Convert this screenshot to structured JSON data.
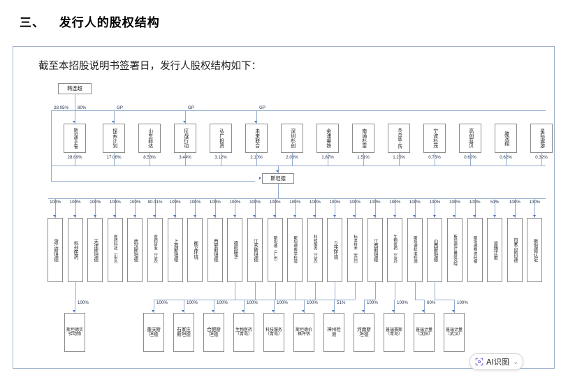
{
  "page": {
    "heading": "三、   发行人的股权结构",
    "subtitle": "截至本招股说明书签署日，发行人股权结构如下："
  },
  "colors": {
    "frame_border": "#9fb2cc",
    "line": "#93accd",
    "arrow": "#4472c4",
    "node_border": "#8c8c8c",
    "accent_ai": "#7c5cd6"
  },
  "widget": {
    "label": "AI识图",
    "icon": "scan-icon",
    "chevron": "⌄"
  },
  "chart_data": {
    "type": "diagram",
    "title": "发行人股权结构图",
    "root": {
      "label": "韩连超",
      "to_center_pct": "28.05%",
      "to_first_pct": "80%"
    },
    "center": {
      "label": "斯坦德"
    },
    "shareholders": [
      {
        "label": "斯坦德企管",
        "top": "80%",
        "bottom": "28.69%"
      },
      {
        "label": "探索计划",
        "top": "GP",
        "bottom": "17.06%"
      },
      {
        "label": "山东毅达",
        "top": "",
        "bottom": "8.53%"
      },
      {
        "label": "征战行动",
        "top": "GP",
        "bottom": "3.44%"
      },
      {
        "label": "弘广投资",
        "top": "",
        "bottom": "3.12%"
      },
      {
        "label": "未来联合",
        "top": "GP",
        "bottom": "2.10%"
      },
      {
        "label": "深圳杉创",
        "top": "",
        "bottom": "2.06%"
      },
      {
        "label": "金浦睿铁",
        "top": "",
        "bottom": "1.87%"
      },
      {
        "label": "南通杉富",
        "top": "",
        "bottom": "1.51%"
      },
      {
        "label": "苏州医工所",
        "top": "",
        "bottom": "1.25%"
      },
      {
        "label": "宁波杉茂",
        "top": "",
        "bottom": "0.76%"
      },
      {
        "label": "高创蓝贝",
        "top": "",
        "bottom": "0.62%"
      },
      {
        "label": "滕润翔",
        "top": "",
        "bottom": "0.62%"
      },
      {
        "label": "星际遨游",
        "top": "",
        "bottom": "0.32%"
      }
    ],
    "subsidiaries": [
      {
        "label": "浙江斯坦德",
        "pct": "100%"
      },
      {
        "label": "科创医药",
        "pct": "100%"
      },
      {
        "label": "天津斯坦德",
        "pct": "100%"
      },
      {
        "label": "医药科技（山东）",
        "pct": "100%"
      },
      {
        "label": "武汉斯坦德",
        "pct": "100%"
      },
      {
        "label": "医药研发（江苏）",
        "pct": "90.01%"
      },
      {
        "label": "上海斯坦德",
        "pct": "100%"
      },
      {
        "label": "衡立环境",
        "pct": "100%"
      },
      {
        "label": "西安斯坦德",
        "pct": "100%"
      },
      {
        "label": "德检联华",
        "pct": "100%"
      },
      {
        "label": "江苏斯坦德",
        "pct": "100%"
      },
      {
        "label": "斯坦德（广州）",
        "pct": "100%"
      },
      {
        "label": "斯坦德医学检验",
        "pct": "100%"
      },
      {
        "label": "科技服务（江苏）",
        "pct": "100%"
      },
      {
        "label": "立沃环境",
        "pct": "100%"
      },
      {
        "label": "标准技术（苏州）",
        "pct": "100%"
      },
      {
        "label": "江西斯坦德",
        "pct": "100%"
      },
      {
        "label": "生物医药（江苏）",
        "pct": "100%"
      },
      {
        "label": "斯坦德标准检测",
        "pct": "100%"
      },
      {
        "label": "山西斯坦德",
        "pct": "100%"
      },
      {
        "label": "斯坦德计量研究院",
        "pct": "100%"
      },
      {
        "label": "斯坦德物资经销",
        "pct": "100%"
      },
      {
        "label": "普瑞计量",
        "pct": "51%"
      },
      {
        "label": "内蒙古斯坦德",
        "pct": "100%"
      },
      {
        "label": "斯坦德认证",
        "pct": "100%"
      }
    ],
    "grandchildren": [
      {
        "label": "斯坦德实验动物",
        "pct": "100%",
        "parent": "科创医药"
      },
      {
        "label": "重庆斯坦德",
        "pct": "100%",
        "parent": "德检联华"
      },
      {
        "label": "石家庄斯坦德",
        "pct": "100%",
        "parent": "江苏斯坦德"
      },
      {
        "label": "合肥斯坦德",
        "pct": "100%",
        "parent": "斯坦德（广州）"
      },
      {
        "label": "生物医药（青岛）",
        "pct": "100%",
        "parent": "斯坦德医学检验"
      },
      {
        "label": "科技服务（青岛）",
        "pct": "100%",
        "parent": "科技服务（江苏）"
      },
      {
        "label": "斯坦德价格评估",
        "pct": "100%",
        "parent": "立沃环境"
      },
      {
        "label": "神州检测",
        "pct": "51%",
        "parent": "标准技术（苏州）"
      },
      {
        "label": "河南斯坦德",
        "pct": "100%",
        "parent": "江西斯坦德"
      },
      {
        "label": "普瑞赛斯（青岛）",
        "pct": "100%",
        "parent": "生物医药（江苏）"
      },
      {
        "label": "普瑞计量（沈阳）",
        "pct": "60%",
        "parent": "斯坦德标准检测"
      },
      {
        "label": "普瑞计量（武汉）",
        "pct": "100%",
        "parent": "山西斯坦德"
      }
    ]
  }
}
